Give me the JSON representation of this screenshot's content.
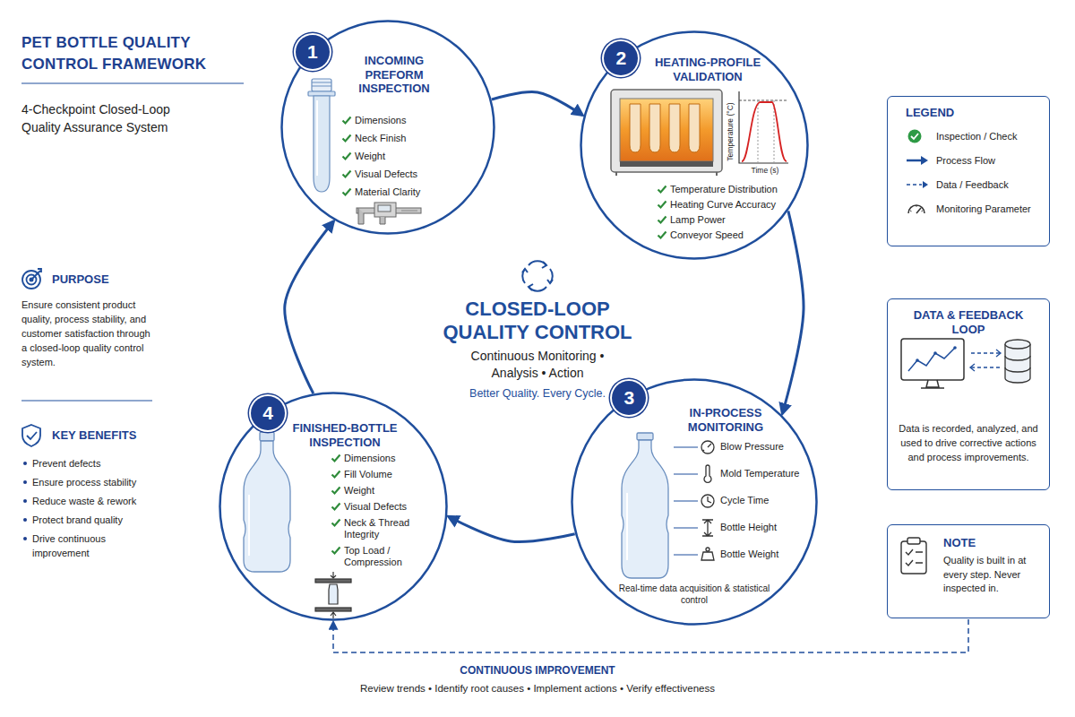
{
  "diagram": {
    "title": "PET BOTTLE QUALITY CONTROL FRAMEWORK",
    "caption": "4-Checkpoint Closed-Loop Quality Assurance System",
    "nodes": [
      {
        "text": [
          "1",
          "INCOMING PREFORM INSPECTION",
          "Dimensions",
          "Neck Finish",
          "Weight",
          "Visual Defects",
          "Material Clarity"
        ]
      },
      {
        "text": [
          "2",
          "HEATING-PROFILE VALIDATION",
          "Temperature Distribution",
          "Heating Curve Accuracy",
          "Lamp Power",
          "Conveyor Speed"
        ]
      },
      {
        "text": [
          "3",
          "IN-PROCESS MONITORING",
          "Blow Pressure",
          "Mold Temperature",
          "Cycle Time",
          "Bottle Height",
          "Bottle Weight",
          "Real-time data acquisition & statistical control"
        ]
      },
      {
        "text": [
          "4",
          "FINISHED-BOTTLE INSPECTION",
          "Dimensions",
          "Fill Volume",
          "Weight",
          "Visual Defects",
          "Neck & Thread Integrity",
          "Top Load / Compression"
        ]
      },
      {
        "text": [
          "LEGEND"
        ]
      },
      {
        "text": [
          "DATA & FEEDBACK LOOP",
          "Data is recorded, analyzed, and used to drive corrective actions and process improvements."
        ]
      },
      {
        "text": [
          "NOTE",
          "Quality is built in at every step. Never inspected in."
        ]
      }
    ],
    "edges": [
      {
        "from": 0,
        "to": 1,
        "arrow": "to"
      },
      {
        "from": 1,
        "to": 2,
        "arrow": "to"
      },
      {
        "from": 2,
        "to": 3,
        "arrow": "to"
      },
      {
        "from": 3,
        "to": 0,
        "arrow": "to"
      },
      {
        "from": 6,
        "to": 3,
        "arrow": "to"
      }
    ],
    "labels": [
      "PURPOSE",
      "Ensure consistent product quality, process stability, and customer satisfaction through a closed-loop quality control system.",
      "KEY BENEFITS",
      "Prevent defects",
      "Ensure process stability",
      "Reduce waste & rework",
      "Protect brand quality",
      "Drive continuous improvement",
      "CLOSED-LOOP QUALITY CONTROL",
      "Continuous Monitoring • Analysis • Action",
      "Better Quality. Every Cycle.",
      "Temperature (°C)",
      "Time (s)",
      "CONTINUOUS IMPROVEMENT",
      "Review trends • Identify root causes • Implement actions • Verify effectiveness"
    ],
    "legend": [
      {
        "text": "Inspection / Check"
      },
      {
        "text": "Process Flow"
      },
      {
        "text": "Data / Feedback"
      },
      {
        "text": "Monitoring Parameter"
      }
    ]
  }
}
